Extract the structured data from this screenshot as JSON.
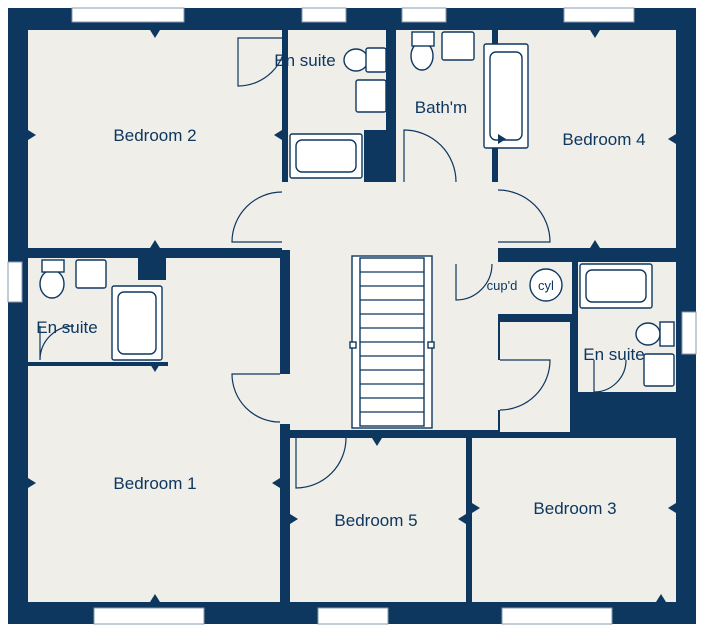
{
  "rooms": {
    "bedroom_1": "Bedroom 1",
    "bedroom_2": "Bedroom 2",
    "bedroom_3": "Bedroom 3",
    "bedroom_4": "Bedroom 4",
    "bedroom_5": "Bedroom 5",
    "en_suite_top": "En suite",
    "en_suite_left": "En suite",
    "en_suite_right": "En suite",
    "bathroom": "Bath'm",
    "cupboard": "cup'd",
    "cylinder": "cyl"
  },
  "colors": {
    "wall": "#0e3760",
    "floor": "#efeee9",
    "fixture": "#ffffff"
  }
}
